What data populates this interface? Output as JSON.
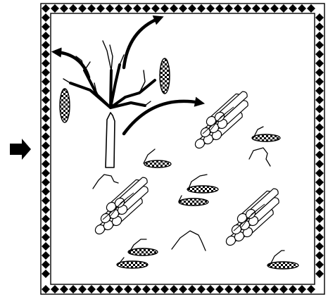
{
  "colors": {
    "ink": "#000000",
    "paper": "#ffffff"
  },
  "icons": {
    "entry_arrow": "right-arrow-icon",
    "branch_arrows": "curved-arrow-icon",
    "border_pattern": "diamond-chain-border",
    "chip": "checkered-oval-icon"
  },
  "counts": {
    "cut_log_piles": 3,
    "checkered_chips": 9,
    "branch_arrows": 3
  }
}
